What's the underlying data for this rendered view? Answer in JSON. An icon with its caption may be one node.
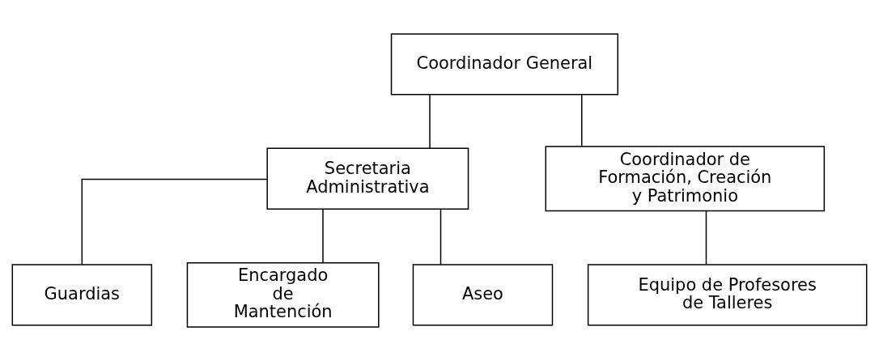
{
  "diagram": {
    "nodes": [
      {
        "text": [
          "Coordinador General"
        ]
      },
      {
        "text": [
          "Secretaria Administrativa"
        ]
      },
      {
        "text": [
          "Coordinador de Formación, Creación y Patrimonio"
        ]
      },
      {
        "text": [
          "Guardias"
        ]
      },
      {
        "text": [
          "Encargado de Mantención"
        ]
      },
      {
        "text": [
          "Aseo"
        ]
      },
      {
        "text": [
          "Equipo de Profesores de Talleres"
        ]
      }
    ],
    "edges": [
      {
        "from": 0,
        "to": 1,
        "arrow": "none"
      },
      {
        "from": 0,
        "to": 2,
        "arrow": "none"
      },
      {
        "from": 1,
        "to": 3,
        "arrow": "none"
      },
      {
        "from": 1,
        "to": 4,
        "arrow": "none"
      },
      {
        "from": 1,
        "to": 5,
        "arrow": "none"
      },
      {
        "from": 2,
        "to": 6,
        "arrow": "none"
      }
    ]
  }
}
